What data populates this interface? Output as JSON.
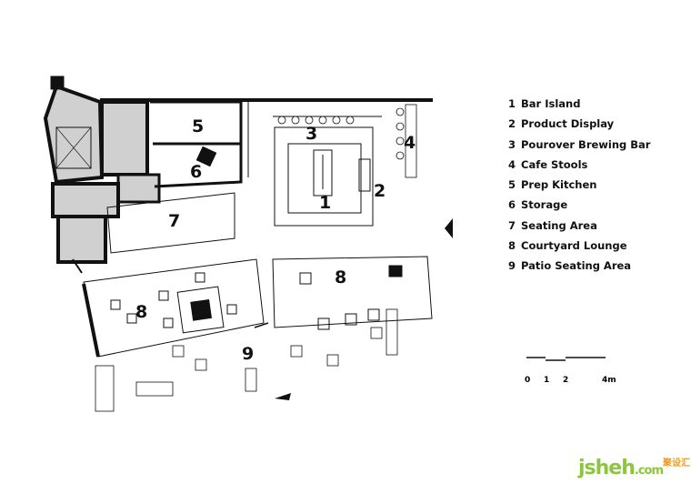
{
  "plan": {
    "room_labels": [
      "1",
      "2",
      "3",
      "4",
      "5",
      "6",
      "7",
      "8",
      "8",
      "9"
    ]
  },
  "legend": [
    {
      "num": "1",
      "label": "Bar Island"
    },
    {
      "num": "2",
      "label": "Product Display"
    },
    {
      "num": "3",
      "label": "Pourover Brewing Bar"
    },
    {
      "num": "4",
      "label": "Cafe Stools"
    },
    {
      "num": "5",
      "label": "Prep Kitchen"
    },
    {
      "num": "6",
      "label": "Storage"
    },
    {
      "num": "7",
      "label": "Seating Area"
    },
    {
      "num": "8",
      "label": "Courtyard Lounge"
    },
    {
      "num": "9",
      "label": "Patio Seating Area"
    }
  ],
  "scale_bar": {
    "ticks": [
      "0",
      "1",
      "2",
      "4m"
    ]
  },
  "watermark": {
    "text": "jsheh",
    "domain": ".com",
    "chinese": "聚设汇"
  }
}
